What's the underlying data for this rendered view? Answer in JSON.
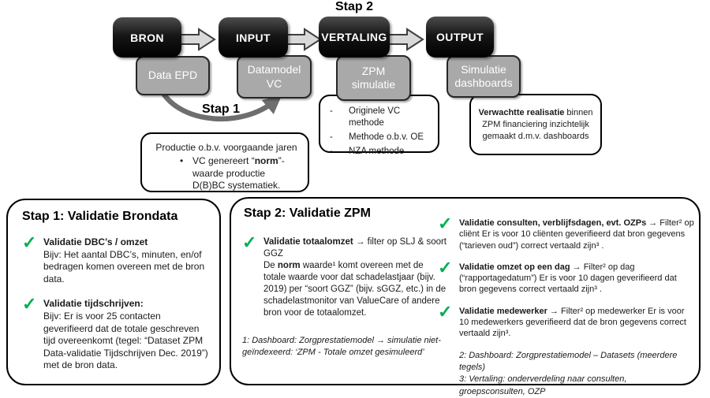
{
  "diagram": {
    "stap2_label": "Stap 2",
    "stap1_label": "Stap 1",
    "stages": [
      {
        "name": "BRON",
        "sub": "Data EPD"
      },
      {
        "name": "INPUT",
        "sub": "Datamodel VC"
      },
      {
        "name": "VERTALING",
        "sub": "ZPM simulatie"
      },
      {
        "name": "OUTPUT",
        "sub": "Simulatie dashboards"
      }
    ],
    "vertaling_note": {
      "bullet": "-",
      "items": [
        "Originele VC methode",
        "Methode o.b.v. OE",
        "NZA methode"
      ]
    },
    "output_note": {
      "bold": "Verwachtte realisatie",
      "rest": " binnen ZPM financiering inzichtelijk gemaakt d.m.v. dashboards"
    },
    "productie_note": {
      "line1": "Productie o.b.v. voorgaande jaren",
      "bullet": "•",
      "seg1": "VC genereert “",
      "bold": "norm",
      "seg2": "”- waarde productie D(B)BC systematiek."
    }
  },
  "validation1": {
    "title": "Stap 1: Validatie Brondata",
    "check": "✓",
    "items": [
      {
        "head": "Validatie DBC’s / omzet",
        "body": "Bijv: Het aantal DBC’s, minuten, en/of bedragen komen overeen met de bron data."
      },
      {
        "head": "Validatie tijdschrijven:",
        "body": "Bijv: Er is voor 25 contacten geverifieerd dat de totale geschreven tijd overeenkomt (tegel: “Dataset ZPM Data-validatie Tijdschrijven Dec. 2019”) met de bron data."
      }
    ]
  },
  "validation2": {
    "title": "Stap 2: Validatie ZPM",
    "check": "✓",
    "left_item": {
      "head_bold": "Validatie totaalomzet",
      "head_rest": " → filter op SLJ & soort GGZ",
      "body_1": "De ",
      "body_bold": "norm",
      "body_2": " waarde¹ komt overeen met de totale waarde voor dat schadelastjaar (bijv. 2019) per “soort GGZ” (bijv. sGGZ, etc.) in de schadelastmonitor van ValueCare of andere bron voor de totaalomzet."
    },
    "footnote1": "1: Dashboard: Zorgprestatiemodel → simulatie niet-geïndexeerd: ‘ZPM - Totale omzet gesimuleerd’",
    "right_items": [
      {
        "bold": "Validatie consulten, verblijfsdagen, evt. OZPs",
        "rest": " → Filter² op cliënt Er is voor 10 cliënten geverifieerd dat bron gegevens (“tarieven oud”) correct vertaald zijn³ ."
      },
      {
        "bold": "Validatie omzet op een dag",
        "rest": " → Filter² op dag (“rapportagedatum”) Er is voor 10 dagen geverifieerd dat bron gegevens correct vertaald zijn³ ."
      },
      {
        "bold": "Validatie medewerker",
        "rest": " → Filter² op medewerker Er is voor 10 medewerkers geverifieerd dat de bron gegevens correct vertaald zijn³."
      }
    ],
    "footnotes": [
      "2: Dashboard: Zorgprestatiemodel – Datasets (meerdere tegels)",
      "3: Vertaling: onderverdeling naar consulten, groepsconsulten, OZP"
    ]
  },
  "colors": {
    "check_green": "#00B050",
    "stage_gray": "#a9a9a9",
    "arrow_fill": "#d9d9d9"
  }
}
